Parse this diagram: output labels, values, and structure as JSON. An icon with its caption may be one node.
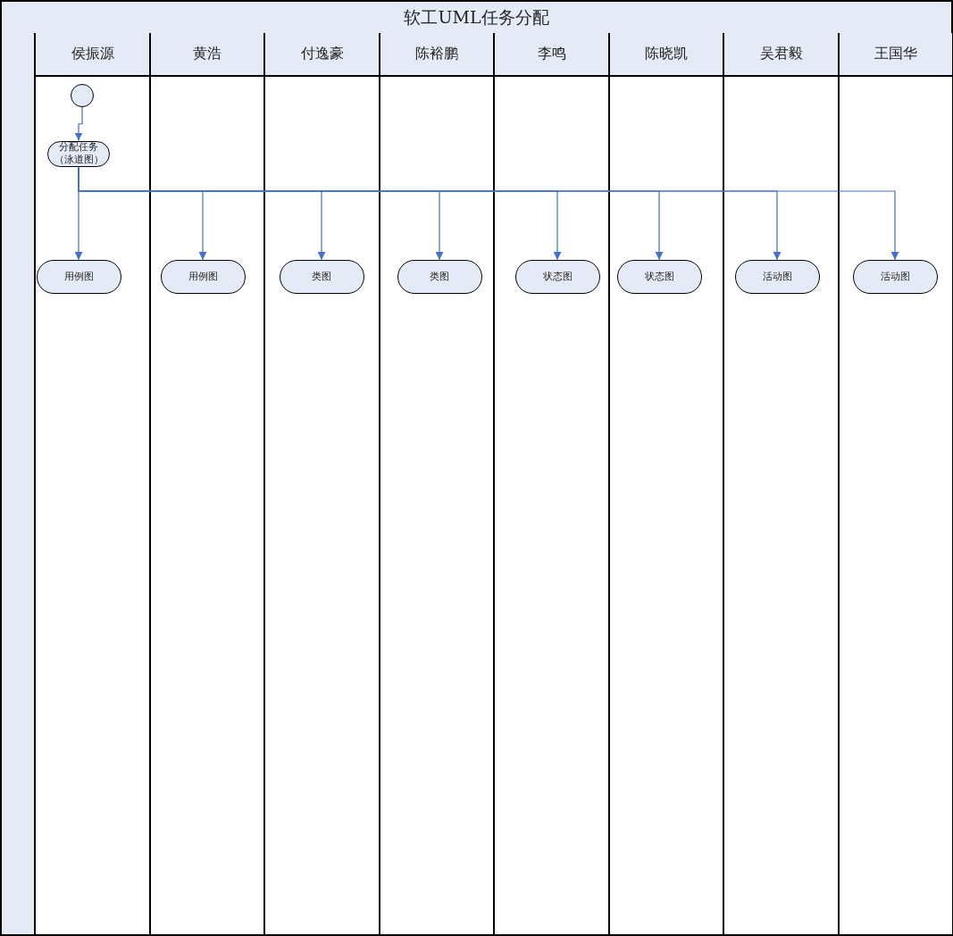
{
  "diagram": {
    "title": "软工UML任务分配",
    "nodes": [
      {
        "text": [
          "侯振源"
        ]
      },
      {
        "text": [
          "黄浩"
        ]
      },
      {
        "text": [
          "付逸豪"
        ]
      },
      {
        "text": [
          "陈裕鹏"
        ]
      },
      {
        "text": [
          "李鸣"
        ]
      },
      {
        "text": [
          "陈晓凯"
        ]
      },
      {
        "text": [
          "吴君毅"
        ]
      },
      {
        "text": [
          "王国华"
        ]
      },
      {
        "text": [],
        "shape": "circle",
        "in": 0
      },
      {
        "text": [
          "分配任务（泳道图）"
        ],
        "in": 0
      },
      {
        "text": [
          "用例图"
        ],
        "in": 0
      },
      {
        "text": [
          "用例图"
        ],
        "in": 1
      },
      {
        "text": [
          "类图"
        ],
        "in": 2
      },
      {
        "text": [
          "类图"
        ],
        "in": 3
      },
      {
        "text": [
          "状态图"
        ],
        "in": 4
      },
      {
        "text": [
          "状态图"
        ],
        "in": 5
      },
      {
        "text": [
          "活动图"
        ],
        "in": 6
      },
      {
        "text": [
          "活动图"
        ],
        "in": 7
      },
      {
        "text": [],
        "shape": "band"
      }
    ],
    "edges": [
      {
        "from": 8,
        "to": 9,
        "arrow": "to"
      },
      {
        "from": 9,
        "to": 10,
        "arrow": "to"
      },
      {
        "from": 9,
        "to": 11,
        "arrow": "to"
      },
      {
        "from": 9,
        "to": 12,
        "arrow": "to"
      },
      {
        "from": 9,
        "to": 13,
        "arrow": "to"
      },
      {
        "from": 9,
        "to": 14,
        "arrow": "to"
      },
      {
        "from": 9,
        "to": 15,
        "arrow": "to"
      },
      {
        "from": 9,
        "to": 16,
        "arrow": "to"
      },
      {
        "from": 9,
        "to": 17,
        "arrow": "to"
      }
    ]
  }
}
